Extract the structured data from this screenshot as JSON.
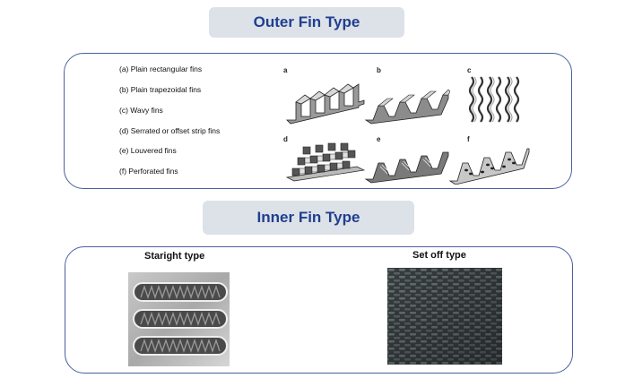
{
  "outer": {
    "title": "Outer Fin Type",
    "fins": [
      "(a) Plain rectangular fins",
      "(b) Plain trapezoidal fins",
      "(c) Wavy fins",
      "(d) Serrated or offset strip fins",
      "(e) Louvered fins",
      "(f) Perforated fins"
    ],
    "letters": [
      "a",
      "b",
      "c",
      "d",
      "e",
      "f"
    ]
  },
  "inner": {
    "title": "Inner Fin Type",
    "straight_label": "Staright type",
    "setoff_label": "Set off type"
  }
}
